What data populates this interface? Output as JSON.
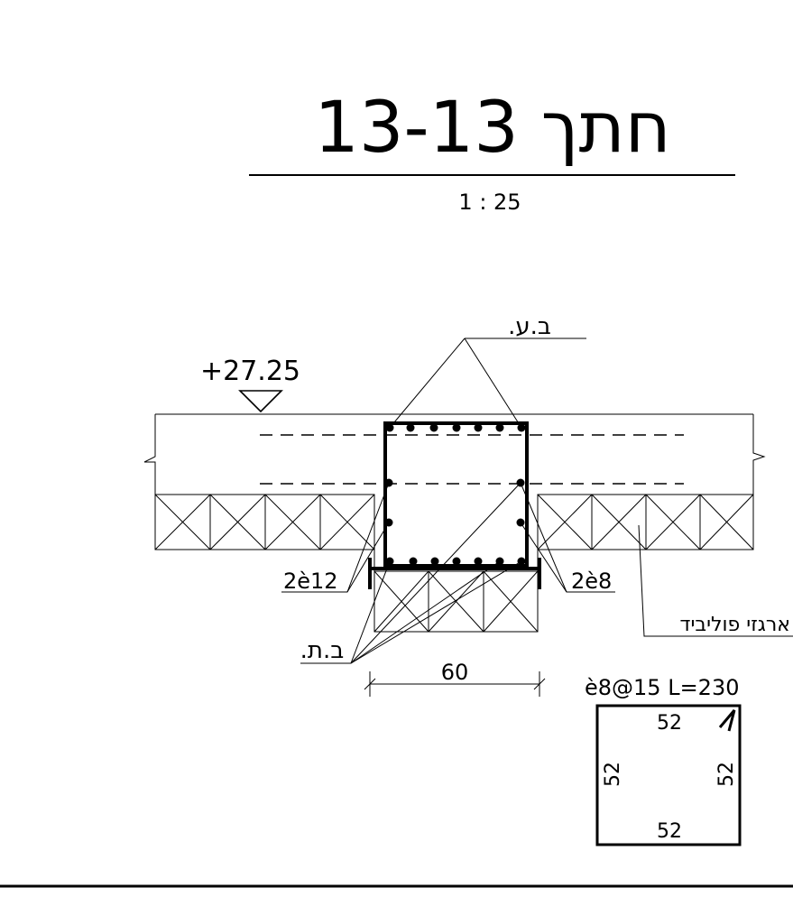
{
  "title": "חתך 13-13",
  "scale": "1 : 25",
  "elevation": "+27.25",
  "labels": {
    "top_concrete": "ב.ע.",
    "bottom_concrete": "ב.ת.",
    "left_rebar": "2è12",
    "right_rebar": "2è8",
    "polystyrene": "ארגזי פוליביד",
    "width_dim": "60"
  },
  "stirrup": {
    "spec": "è8@15 L=230",
    "top": "52",
    "left": "52",
    "right": "52",
    "bottom": "52"
  }
}
